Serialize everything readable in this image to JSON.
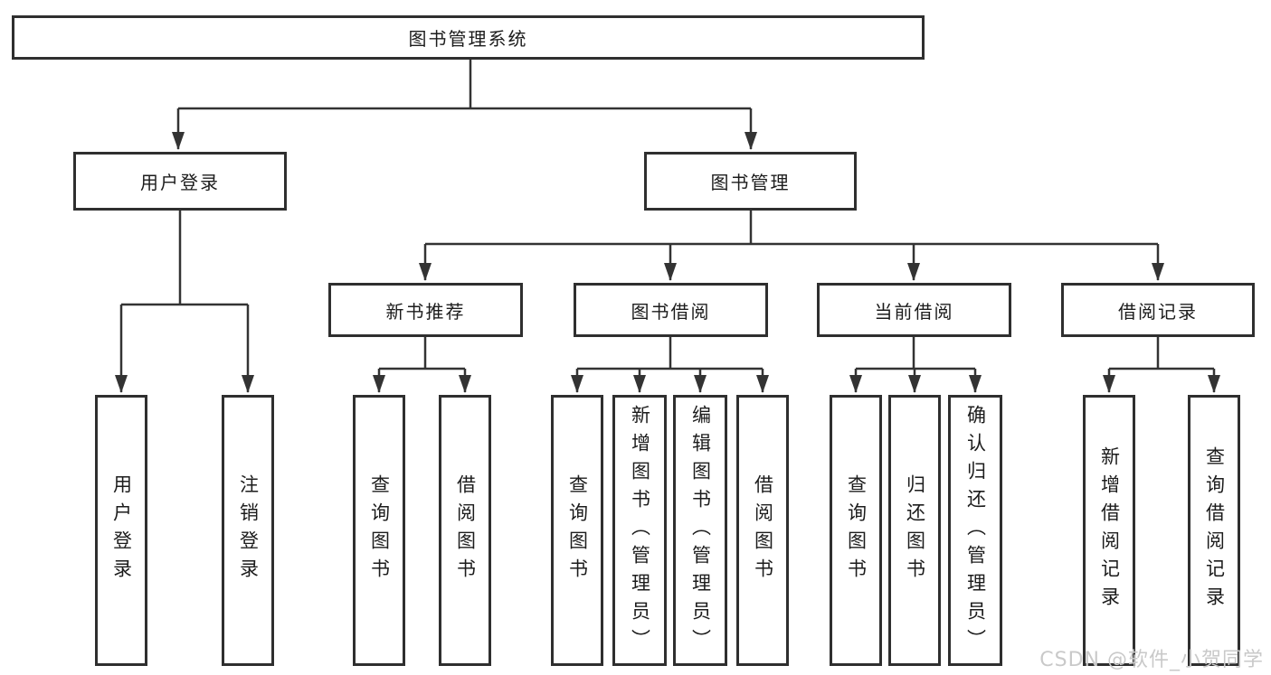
{
  "diagram": {
    "root": {
      "label": "图书管理系统"
    },
    "branches": [
      {
        "label": "用户登录",
        "children": [
          {
            "label": "用户登录"
          },
          {
            "label": "注销登录"
          }
        ]
      },
      {
        "label": "图书管理",
        "groups": [
          {
            "label": "新书推荐",
            "children": [
              {
                "label": "查询图书"
              },
              {
                "label": "借阅图书"
              }
            ]
          },
          {
            "label": "图书借阅",
            "children": [
              {
                "label": "查询图书"
              },
              {
                "label": "新增图书（管理员）"
              },
              {
                "label": "编辑图书（管理员）"
              },
              {
                "label": "借阅图书"
              }
            ]
          },
          {
            "label": "当前借阅",
            "children": [
              {
                "label": "查询图书"
              },
              {
                "label": "归还图书"
              },
              {
                "label": "确认归还（管理员）"
              }
            ]
          },
          {
            "label": "借阅记录",
            "children": [
              {
                "label": "新增借阅记录"
              },
              {
                "label": "查询借阅记录"
              }
            ]
          }
        ]
      }
    ]
  },
  "watermark": {
    "text": "CSDN @软件_小贺同学"
  },
  "colors": {
    "line": "#333333",
    "border": "#2f2f2f",
    "text": "#1c1c1c",
    "watermark": "#c9c9c9",
    "background": "#ffffff"
  }
}
